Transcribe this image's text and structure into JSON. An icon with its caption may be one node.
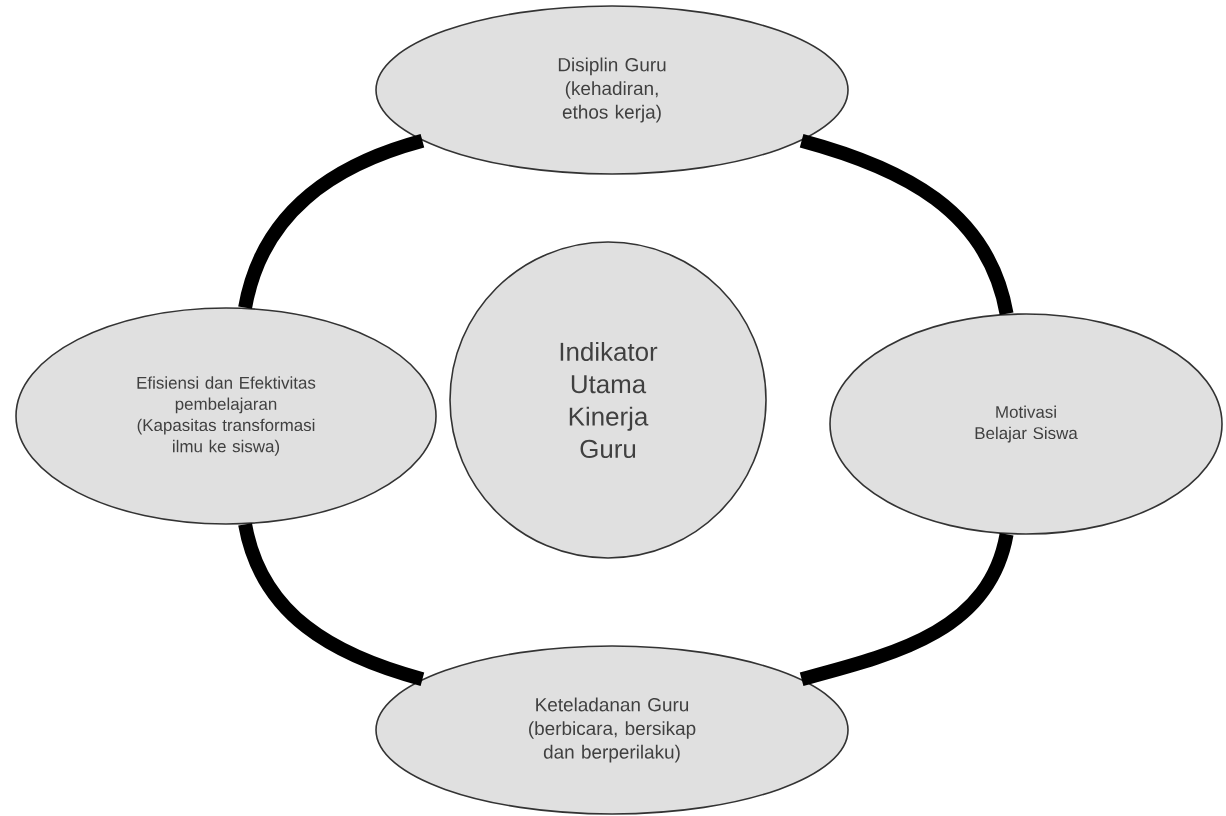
{
  "diagram": {
    "nodes": [
      {
        "text": [
          "Disiplin Guru (kehadiran, ethos kerja)"
        ]
      },
      {
        "text": [
          "Efisiensi dan Efektivitas pembelajaran (Kapasitas transformasi ilmu ke siswa)"
        ]
      },
      {
        "text": [
          "Indikator Utama Kinerja Guru"
        ]
      },
      {
        "text": [
          "Motivasi Belajar Siswa"
        ]
      },
      {
        "text": [
          "Keteladanan Guru (berbicara, bersikap dan berperilaku)"
        ]
      }
    ],
    "edges": [
      {
        "from": 0,
        "to": 3,
        "arrow": "none"
      },
      {
        "from": 3,
        "to": 4,
        "arrow": "none"
      },
      {
        "from": 4,
        "to": 1,
        "arrow": "none"
      },
      {
        "from": 1,
        "to": 0,
        "arrow": "none"
      }
    ]
  }
}
